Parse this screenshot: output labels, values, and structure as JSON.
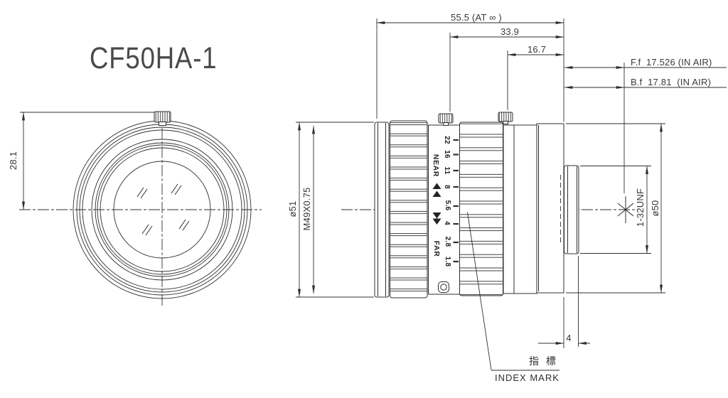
{
  "title": "CF50HA-1",
  "colors": {
    "line": "#2f2f2f",
    "text": "#3a3a3a",
    "title": "#4a4a4a",
    "background": "#ffffff"
  },
  "front_view": {
    "height_dim": "28.1"
  },
  "side_view": {
    "top_dims": {
      "overall": "55.5 (AT ∞ )",
      "mid": "33.9",
      "front": "16.7"
    },
    "focal": {
      "ff": "F.f  17.526 (IN AIR)",
      "bf": "B.f  17.81  (IN AIR)"
    },
    "left_dims": {
      "outer_dia": "ø51",
      "filter_thread": "M49X0.75"
    },
    "right_dims": {
      "mount_thread": "1-32UNF",
      "mount_dia": "ø50",
      "mount_length": "4"
    },
    "aperture_scale": {
      "values": [
        "22",
        "16",
        "11",
        "8",
        "5.6",
        "4",
        "2.8",
        "1.8"
      ],
      "near": "NEAR",
      "far": "FAR"
    },
    "index_mark": {
      "jp": "指 標",
      "en": "INDEX MARK"
    }
  }
}
